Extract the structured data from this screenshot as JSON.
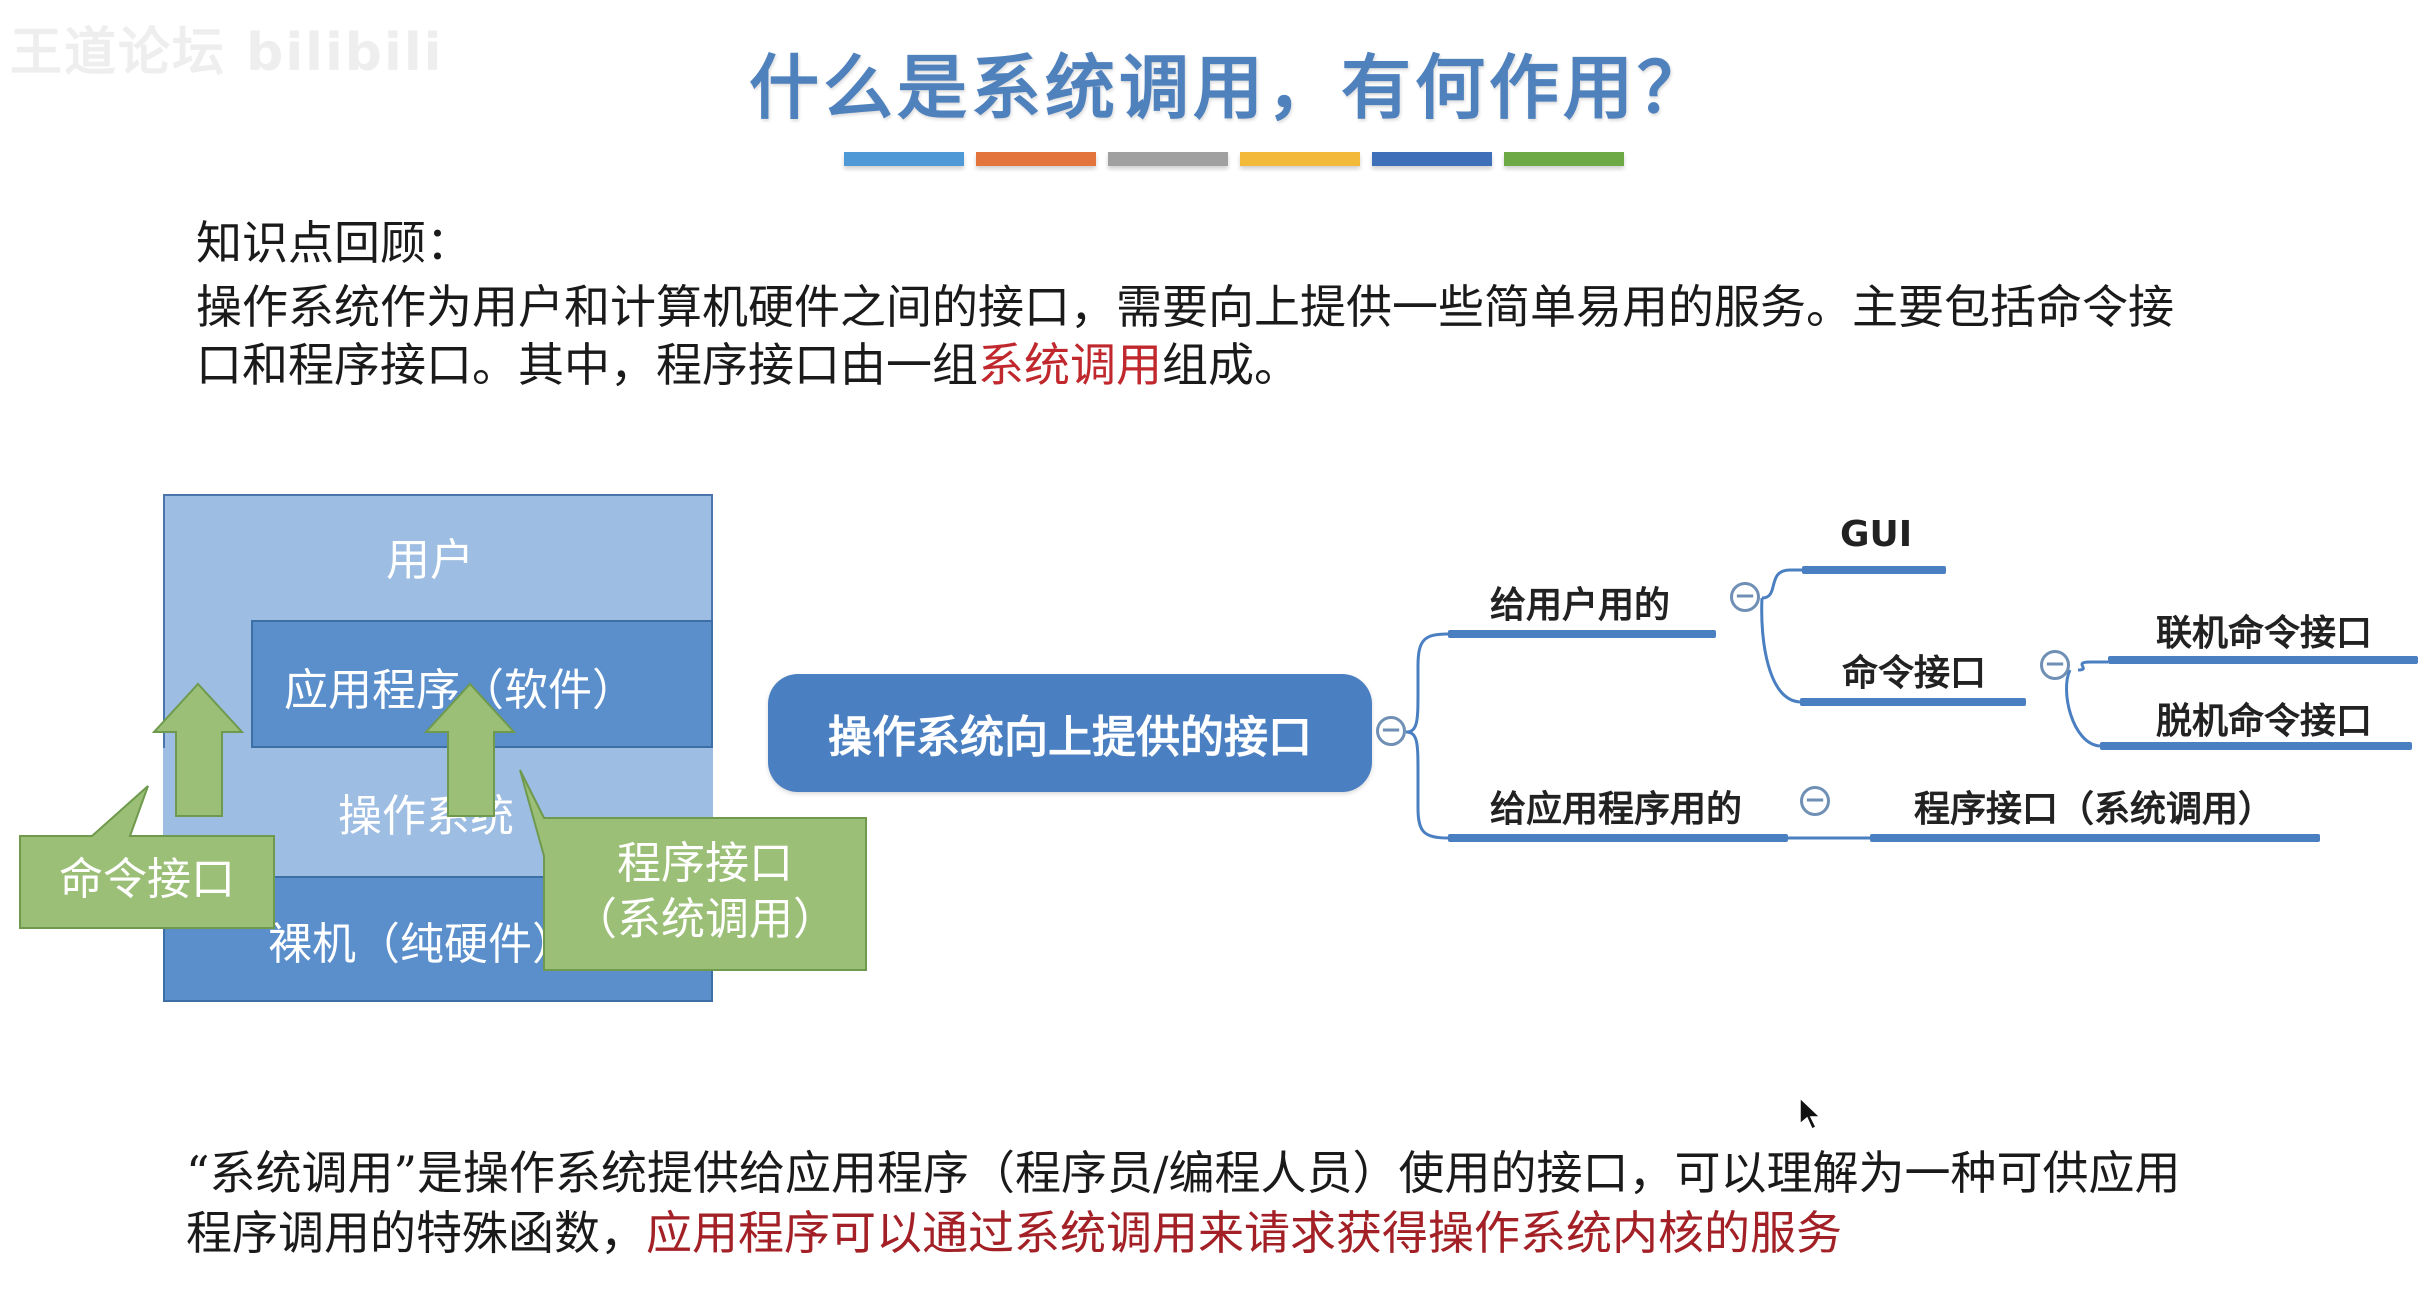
{
  "watermark": "王道论坛  bilibili",
  "title": "什么是系统调用，有何作用？",
  "stripe_colors": [
    "#4f9ad6",
    "#e2743c",
    "#a0a0a0",
    "#f3b93a",
    "#3f6fb9",
    "#6da944"
  ],
  "review": {
    "heading": "知识点回顾：",
    "line1": "操作系统作为用户和计算机硬件之间的接口，需要向上提供一些简单易用的服务。主要包括命令接",
    "line2_prefix": "口和程序接口。其中，程序接口由一组",
    "line2_highlight": "系统调用",
    "line2_suffix": "组成。"
  },
  "diagram": {
    "layer_user": "用户",
    "layer_app": "应用程序（软件）",
    "layer_os": "操作系统",
    "layer_hw": "裸机（纯硬件）",
    "callout_command": "命令接口",
    "callout_program_line1": "程序接口",
    "callout_program_line2": "（系统调用）"
  },
  "mindmap": {
    "central": "操作系统向上提供的接口",
    "branch_user": "给用户用的",
    "gui": "GUI",
    "command_interface": "命令接口",
    "online": "联机命令接口",
    "offline": "脱机命令接口",
    "branch_app": "给应用程序用的",
    "program_interface": "程序接口（系统调用）",
    "toggle_symbol": "−"
  },
  "conclusion": {
    "line1": "“系统调用”是操作系统提供给应用程序（程序员/编程人员）使用的接口，可以理解为一种可供应用",
    "line2_prefix": "程序调用的特殊函数，",
    "line2_highlight": "应用程序可以通过系统调用来请求获得操作系统内核的服务"
  },
  "colors": {
    "title": "#4f81bd",
    "highlight": "#c0282d",
    "layer_light": "#9dbde2",
    "layer_dark": "#5b8fcc",
    "callout_green": "#9bbf77",
    "mindmap_blue": "#4a7fc1"
  }
}
